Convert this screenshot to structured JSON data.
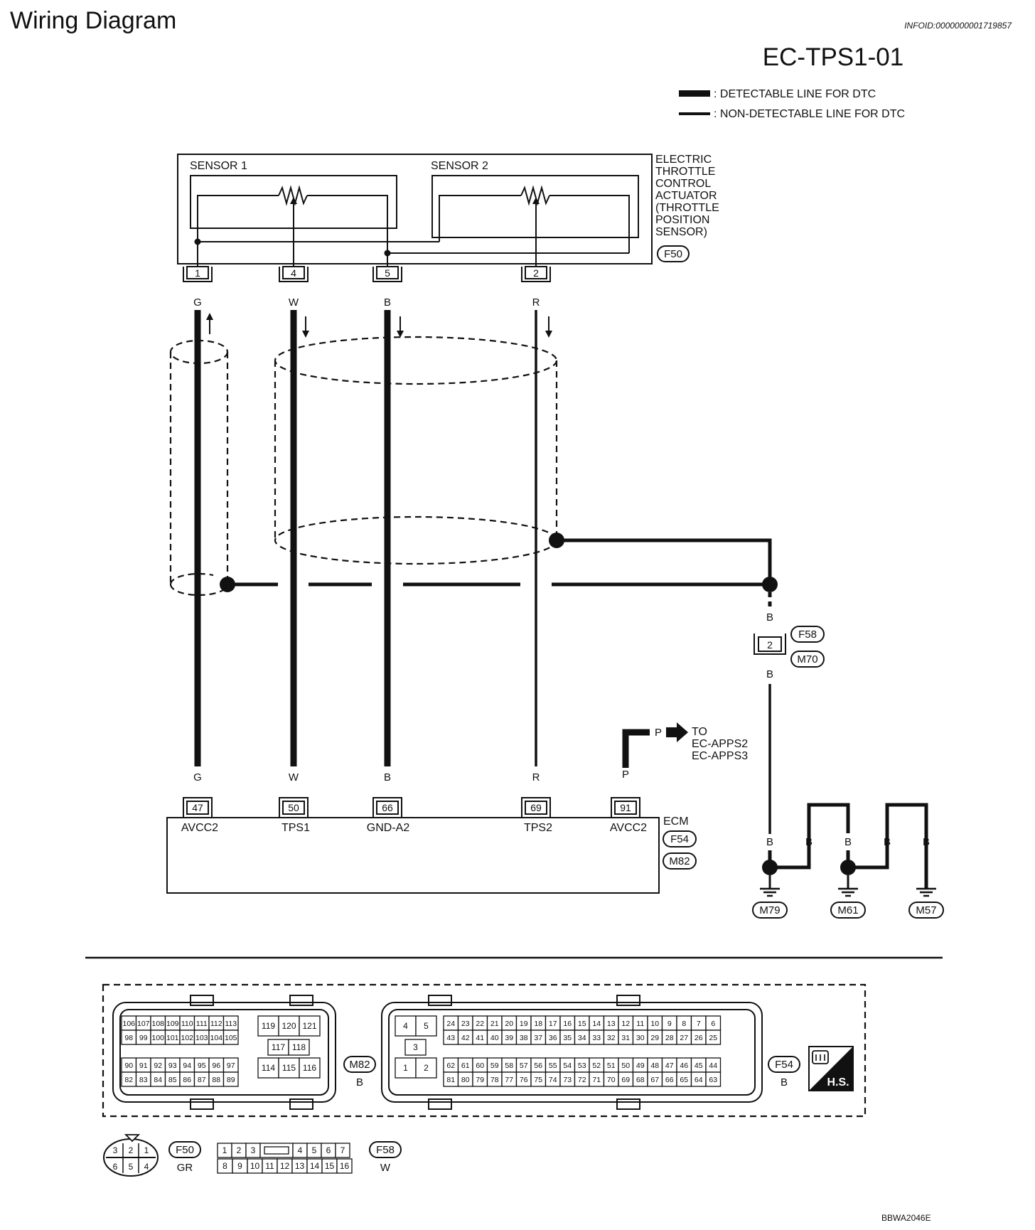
{
  "header": {
    "title": "Wiring Diagram",
    "infoid": "INFOID:0000000001719857",
    "code": "EC-TPS1-01"
  },
  "legend": {
    "detectable": ": DETECTABLE LINE FOR DTC",
    "non_detectable": ": NON-DETECTABLE LINE FOR DTC"
  },
  "actuator": {
    "sensor1": "SENSOR 1",
    "sensor2": "SENSOR 2",
    "label_lines": [
      "ELECTRIC",
      "THROTTLE",
      "CONTROL",
      "ACTUATOR",
      "(THROTTLE",
      "POSITION",
      "SENSOR)"
    ],
    "connector": "F50",
    "pins": [
      "1",
      "4",
      "5",
      "2"
    ]
  },
  "wires": {
    "colors_top": [
      "G",
      "W",
      "B",
      "R"
    ],
    "colors_bottom": [
      "G",
      "W",
      "B",
      "R",
      "P"
    ],
    "p_branch": "P",
    "to_lines": [
      "TO",
      "EC-APPS2",
      "EC-APPS3"
    ]
  },
  "ground_path": {
    "color_above": "B",
    "joint_pin": "2",
    "joint_conn_a": "F58",
    "joint_conn_b": "M70",
    "color_below": "B",
    "ground_colors": [
      "B",
      "B",
      "B",
      "B",
      "B"
    ],
    "grounds": [
      "M79",
      "M61",
      "M57"
    ]
  },
  "ecm": {
    "label": "ECM",
    "connectors": [
      "F54",
      "M82"
    ],
    "pins": [
      "47",
      "50",
      "66",
      "69",
      "91"
    ],
    "signals": [
      "AVCC2",
      "TPS1",
      "GND-A2",
      "TPS2",
      "AVCC2"
    ]
  },
  "connector_views": {
    "m82": {
      "name": "M82",
      "color": "B",
      "grid_top": [
        [
          "106",
          "107",
          "108",
          "109",
          "110",
          "111",
          "112",
          "113"
        ],
        [
          "98",
          "99",
          "100",
          "101",
          "102",
          "103",
          "104",
          "105"
        ]
      ],
      "grid_bottom": [
        [
          "90",
          "91",
          "92",
          "93",
          "94",
          "95",
          "96",
          "97"
        ],
        [
          "82",
          "83",
          "84",
          "85",
          "86",
          "87",
          "88",
          "89"
        ]
      ],
      "mid_top": [
        "119",
        "120",
        "121"
      ],
      "mid_center": [
        "117",
        "118"
      ],
      "mid_bottom": [
        "114",
        "115",
        "116"
      ]
    },
    "f54": {
      "name": "F54",
      "color": "B",
      "small_top": [
        "4",
        "5"
      ],
      "small_mid": "3",
      "small_bottom": [
        "1",
        "2"
      ],
      "grid_top": [
        [
          "24",
          "23",
          "22",
          "21",
          "20",
          "19",
          "18",
          "17",
          "16",
          "15",
          "14",
          "13",
          "12",
          "11",
          "10",
          "9",
          "8",
          "7",
          "6"
        ],
        [
          "43",
          "42",
          "41",
          "40",
          "39",
          "38",
          "37",
          "36",
          "35",
          "34",
          "33",
          "32",
          "31",
          "30",
          "29",
          "28",
          "27",
          "26",
          "25"
        ]
      ],
      "grid_bottom": [
        [
          "62",
          "61",
          "60",
          "59",
          "58",
          "57",
          "56",
          "55",
          "54",
          "53",
          "52",
          "51",
          "50",
          "49",
          "48",
          "47",
          "46",
          "45",
          "44"
        ],
        [
          "81",
          "80",
          "79",
          "78",
          "77",
          "76",
          "75",
          "74",
          "73",
          "72",
          "71",
          "70",
          "69",
          "68",
          "67",
          "66",
          "65",
          "64",
          "63"
        ]
      ]
    },
    "hs_badge": "H.S.",
    "f50": {
      "name": "F50",
      "color": "GR",
      "top": [
        "3",
        "2",
        "1"
      ],
      "bottom": [
        "6",
        "5",
        "4"
      ]
    },
    "f58": {
      "name": "F58",
      "color": "W",
      "top_left": [
        "1",
        "2",
        "3"
      ],
      "top_right": [
        "4",
        "5",
        "6",
        "7"
      ],
      "bottom": [
        "8",
        "9",
        "10",
        "11",
        "12",
        "13",
        "14",
        "15",
        "16"
      ]
    }
  },
  "footer_code": "BBWA2046E"
}
